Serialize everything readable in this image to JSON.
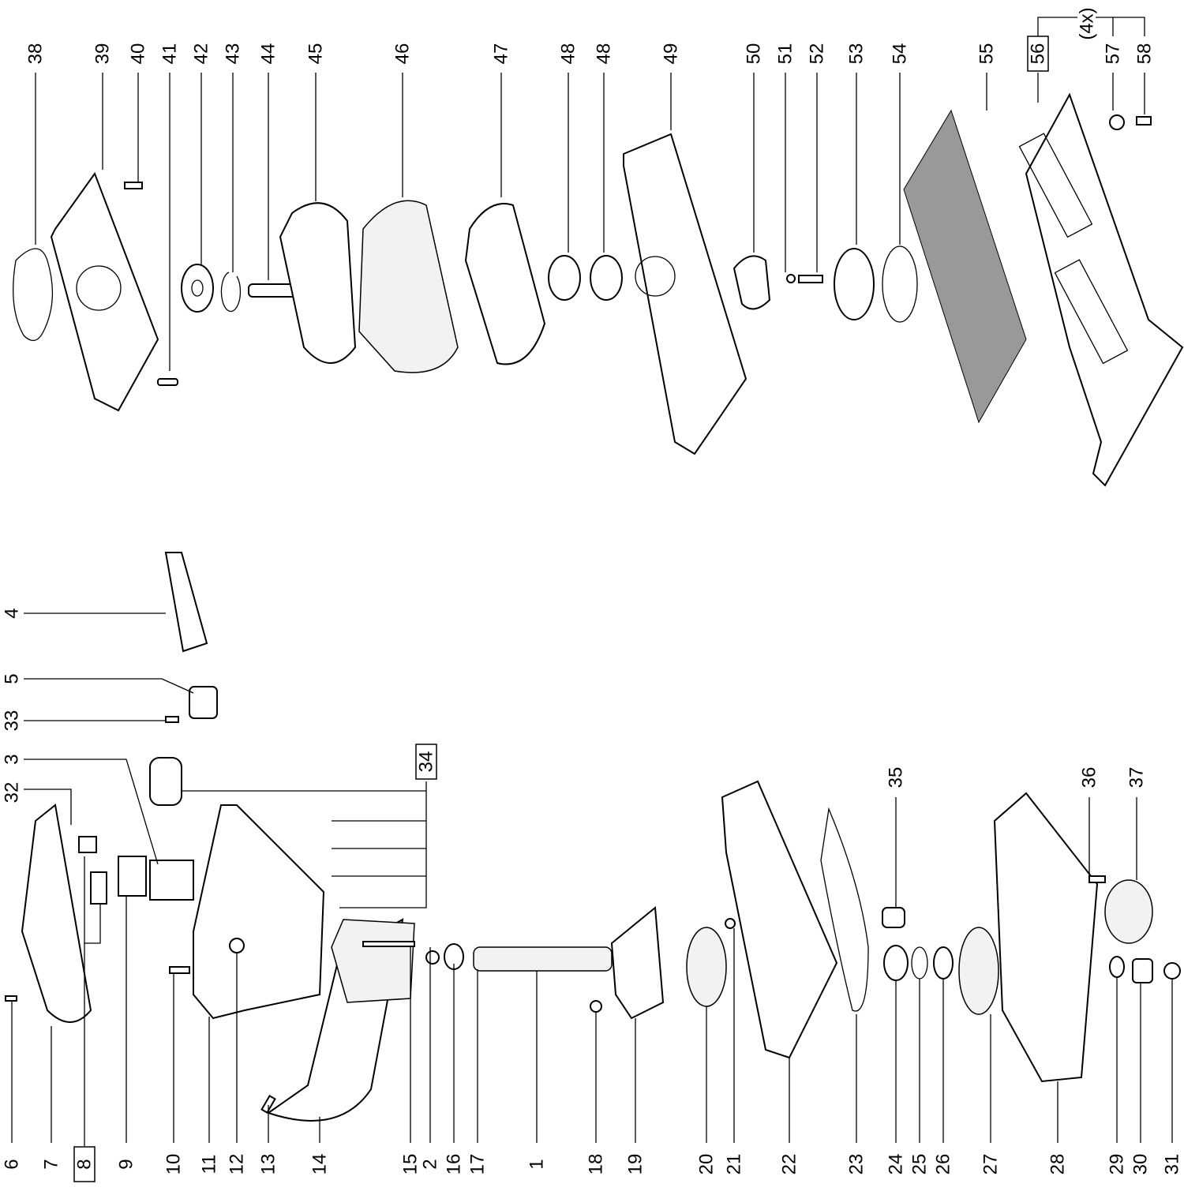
{
  "diagram": {
    "labels_top": [
      "38",
      "39",
      "40",
      "41",
      "42",
      "43",
      "44",
      "45",
      "46",
      "47",
      "48",
      "48",
      "49",
      "50",
      "51",
      "52",
      "53",
      "54",
      "55",
      "56",
      "57",
      "58"
    ],
    "labels_bottom": [
      "6",
      "7",
      "8",
      "9",
      "10",
      "11",
      "12",
      "13",
      "14",
      "15",
      "2",
      "16",
      "17",
      "1",
      "18",
      "19",
      "20",
      "21",
      "22",
      "23",
      "24",
      "25",
      "26",
      "27",
      "28",
      "29",
      "30",
      "31"
    ],
    "labels_middle": [
      "4",
      "5",
      "33",
      "3",
      "32"
    ],
    "labels_other": [
      "34",
      "35",
      "36",
      "37"
    ],
    "quantity_note": "(4x)",
    "boxed_labels": [
      "8",
      "34",
      "56"
    ]
  }
}
